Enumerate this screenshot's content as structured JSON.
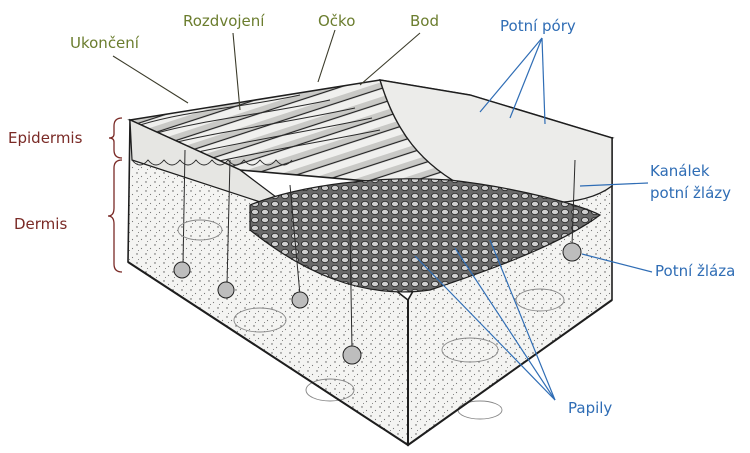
{
  "figure": {
    "labels": {
      "ukonceni": "Ukončení",
      "rozdvojeni": "Rozdvojení",
      "ocko": "Očko",
      "bod": "Bod",
      "potni_pory": "Potní póry",
      "kanalek_line1": "Kanálek",
      "kanalek_line2": "potní žlázy",
      "potni_zlaza": "Potní žláza",
      "papily": "Papily",
      "epidermis": "Epidermis",
      "dermis": "Dermis"
    },
    "colors": {
      "ridge_labels": "#6b7d2e",
      "anatomy_labels": "#2f6db5",
      "layer_labels": "#7a2a26"
    }
  }
}
